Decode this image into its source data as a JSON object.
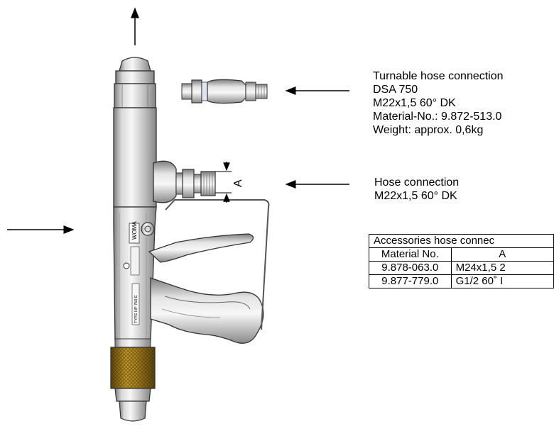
{
  "turnable_hose": {
    "lines": [
      "Turnable hose connection",
      "DSA 750",
      "M22x1,5  60° DK",
      "Material-No.: 9.872-513.0",
      "Weight: approx. 0,6kg"
    ]
  },
  "hose_connection": {
    "lines": [
      "Hose connection",
      "M22x1,5 60° DK"
    ]
  },
  "dimension_label": "A",
  "gun_markings": {
    "brand": "WOMA",
    "side_text": "TYPE HP 750-E"
  },
  "accessories_table": {
    "title": "Accessories hose connec",
    "columns": [
      "Material No.",
      "A"
    ],
    "rows": [
      [
        "9.878-063.0",
        "M24x1,5 2"
      ],
      [
        "9.877-779.0",
        "G1/2 60˚ I"
      ]
    ]
  },
  "colors": {
    "metal_light": "#e6e6e6",
    "metal_mid": "#bdbdbd",
    "metal_dark": "#8f8f8f",
    "knurl": "#b08a1e",
    "knurl_dark": "#6e5410"
  }
}
